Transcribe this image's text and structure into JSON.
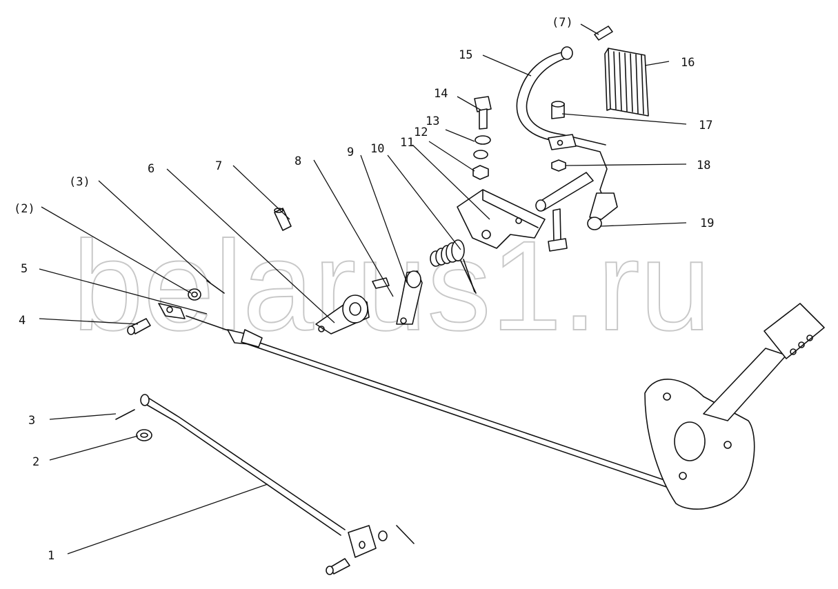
{
  "watermark": "belarus1.ru",
  "callouts": [
    {
      "id": "c1",
      "text": "1"
    },
    {
      "id": "c2",
      "text": "2"
    },
    {
      "id": "c3",
      "text": "3"
    },
    {
      "id": "c4",
      "text": "4"
    },
    {
      "id": "c5",
      "text": "5"
    },
    {
      "id": "c6",
      "text": "6"
    },
    {
      "id": "c7",
      "text": "7"
    },
    {
      "id": "c8",
      "text": "8"
    },
    {
      "id": "c9",
      "text": "9"
    },
    {
      "id": "c10",
      "text": "10"
    },
    {
      "id": "c11",
      "text": "11"
    },
    {
      "id": "c12",
      "text": "12"
    },
    {
      "id": "c13",
      "text": "13"
    },
    {
      "id": "c14",
      "text": "14"
    },
    {
      "id": "c15",
      "text": "15"
    },
    {
      "id": "c16",
      "text": "16"
    },
    {
      "id": "c17",
      "text": "17"
    },
    {
      "id": "c18",
      "text": "18"
    },
    {
      "id": "c19",
      "text": "19"
    },
    {
      "id": "c2p",
      "text": "(2)"
    },
    {
      "id": "c3p",
      "text": "(3)"
    },
    {
      "id": "c7p",
      "text": "(7)"
    }
  ]
}
